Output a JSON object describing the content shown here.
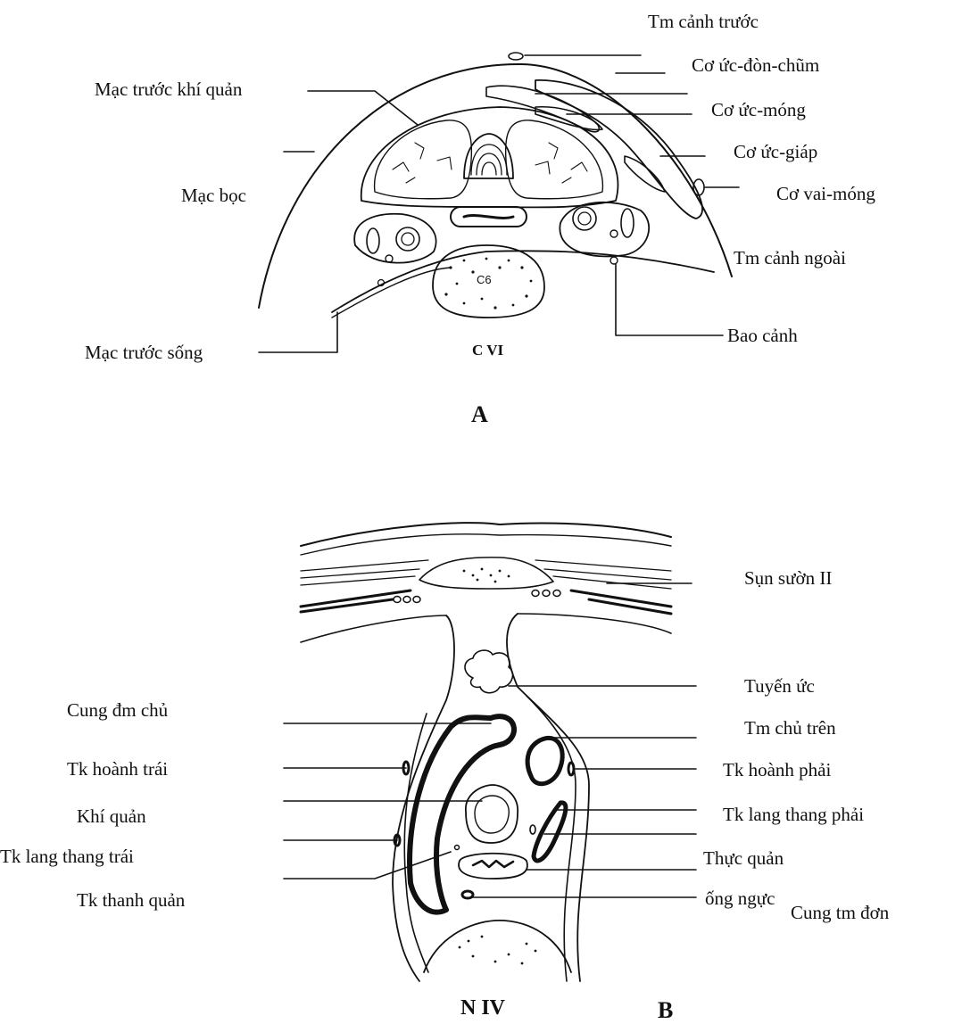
{
  "figure_a": {
    "panel_letter": "A",
    "level_label": "C VI",
    "vertebra_label": "C6",
    "labels": {
      "tm_canh_truoc": "Tm cảnh trước",
      "co_uc_don_chum": "Cơ ức-đòn-chũm",
      "mac_truoc_khi_quan": "Mạc trước khí quản",
      "co_uc_mong": "Cơ ức-móng",
      "co_uc_giap": "Cơ ức-giáp",
      "mac_boc": "Mạc bọc",
      "co_vai_mong": "Cơ vai-móng",
      "tm_canh_ngoai": "Tm cảnh ngoài",
      "mac_truoc_song": "Mạc trước sống",
      "bao_canh": "Bao cảnh"
    }
  },
  "figure_b": {
    "panel_letter": "B",
    "level_label": "N IV",
    "labels": {
      "sun_suon_ii": "Sụn sườn II",
      "tuyen_uc": "Tuyến ức",
      "cung_dm_chu": "Cung đm chủ",
      "tm_chu_tren": "Tm chủ trên",
      "tk_hoanh_trai": "Tk hoành trái",
      "tk_hoanh_phai": "Tk hoành phải",
      "khi_quan": "Khí quản",
      "tk_lang_thang_phai": "Tk lang thang phải",
      "tk_lang_thang_trai": "Tk lang thang  trái",
      "thuc_quan": "Thực quản",
      "tk_thanh_quan": "Tk thanh quản",
      "ong_nguc": "ống ngực",
      "cung_tm_don": "Cung  tm đơn"
    }
  }
}
